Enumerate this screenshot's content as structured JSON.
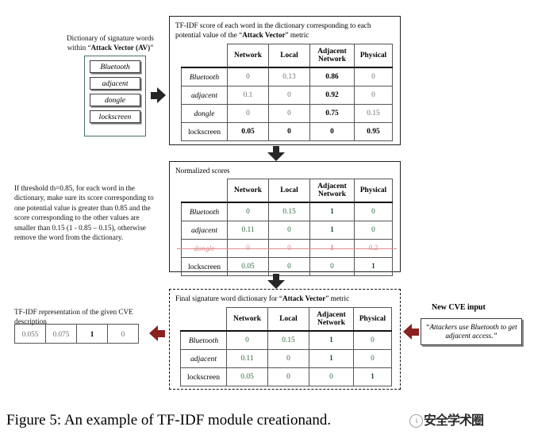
{
  "figure": {
    "caption_main": "Figure 5:  An example of TF-IDF module creation",
    "caption_tail": "and",
    "caption_end": ".",
    "watermark_logo": "i",
    "watermark_text": "安全学术圈"
  },
  "dictionary_panel": {
    "title_line1": "Dictionary of signature words",
    "title_line2_prefix": "within “",
    "title_line2_bold": "Attack Vector (AV)",
    "title_line2_suffix": "”",
    "words": [
      {
        "label": "Bluetooth"
      },
      {
        "label": "adjacent"
      },
      {
        "label": "dongle"
      },
      {
        "label": "lockscreen"
      }
    ]
  },
  "threshold_note": {
    "text": "If threshold th=0.85, for each word in the dictionary, make sure its score corresponding to one potential value is greater than 0.85 and the score corresponding to the other values are smaller than 0.15 (1 - 0.85 – 0.15), otherwise remove the word from the dictionary."
  },
  "columns": [
    "Network",
    "Local",
    "Adjacent Network",
    "Physical"
  ],
  "table_tfidf": {
    "title_prefix": "TF-IDF score of each word in the dictionary corresponding to each potential value of the “",
    "title_bold": "Attack Vector",
    "title_suffix": "” metric",
    "columns": [
      "Network",
      "Local",
      "Adjacent Network",
      "Physical"
    ],
    "rows": [
      {
        "word": "Bluetooth",
        "italic": true,
        "struck": false,
        "values": [
          "0",
          "0.13",
          "0.86",
          "0"
        ],
        "bold": [
          false,
          false,
          true,
          false
        ]
      },
      {
        "word": "adjacent",
        "italic": true,
        "struck": false,
        "values": [
          "0.1",
          "0",
          "0.92",
          "0"
        ],
        "bold": [
          false,
          false,
          true,
          false
        ]
      },
      {
        "word": "dongle",
        "italic": true,
        "struck": false,
        "values": [
          "0",
          "0",
          "0.75",
          "0.15"
        ],
        "bold": [
          false,
          false,
          true,
          false
        ]
      },
      {
        "word": "lockscreen",
        "italic": false,
        "struck": false,
        "values": [
          "0.05",
          "0",
          "0",
          "0.95"
        ],
        "bold": [
          true,
          true,
          true,
          true
        ]
      }
    ]
  },
  "table_normalized": {
    "title": "Normalized scores",
    "columns": [
      "Network",
      "Local",
      "Adjacent Network",
      "Physical"
    ],
    "rows": [
      {
        "word": "Bluetooth",
        "italic": true,
        "struck": false,
        "values": [
          "0",
          "0.15",
          "1",
          "0"
        ],
        "bold": [
          false,
          false,
          true,
          false
        ]
      },
      {
        "word": "adjacent",
        "italic": true,
        "struck": false,
        "values": [
          "0.11",
          "0",
          "1",
          "0"
        ],
        "bold": [
          false,
          false,
          true,
          false
        ]
      },
      {
        "word": "dongle",
        "italic": true,
        "struck": true,
        "values": [
          "0",
          "0",
          "1",
          "0.2"
        ],
        "bold": [
          false,
          false,
          true,
          false
        ]
      },
      {
        "word": "lockscreen",
        "italic": false,
        "struck": false,
        "values": [
          "0.05",
          "0",
          "0",
          "1"
        ],
        "bold": [
          false,
          false,
          false,
          true
        ]
      }
    ]
  },
  "table_final": {
    "title_prefix": "Final signature word dictionary for “",
    "title_bold": "Attack Vector",
    "title_suffix": "” metric",
    "columns": [
      "Network",
      "Local",
      "Adjacent Network",
      "Physical"
    ],
    "rows": [
      {
        "word": "Bluetooth",
        "italic": true,
        "struck": false,
        "values": [
          "0",
          "0.15",
          "1",
          "0"
        ],
        "bold": [
          false,
          false,
          true,
          false
        ]
      },
      {
        "word": "adjacent",
        "italic": true,
        "struck": false,
        "values": [
          "0.11",
          "0",
          "1",
          "0"
        ],
        "bold": [
          false,
          false,
          true,
          false
        ]
      },
      {
        "word": "lockscreen",
        "italic": false,
        "struck": false,
        "values": [
          "0.05",
          "0",
          "0",
          "1"
        ],
        "bold": [
          false,
          false,
          false,
          true
        ]
      }
    ]
  },
  "tfidf_representation": {
    "title_line1": "TF-IDF representation of the given CVE",
    "title_line2": "description",
    "values": [
      "0.055",
      "0.075",
      "1",
      "0"
    ],
    "bold": [
      false,
      false,
      true,
      false
    ]
  },
  "cve_input": {
    "title": "New CVE input",
    "text": "“Attackers use Bluetooth to get adjacent access.”"
  },
  "colors": {
    "dict_border": "#4a6d6d",
    "arrow_dark": "#262626",
    "arrow_red": "#8b2020",
    "green_value": "#2f6b3f",
    "struck_red": "#e08b8b",
    "grey_value": "#6f6f6f"
  }
}
